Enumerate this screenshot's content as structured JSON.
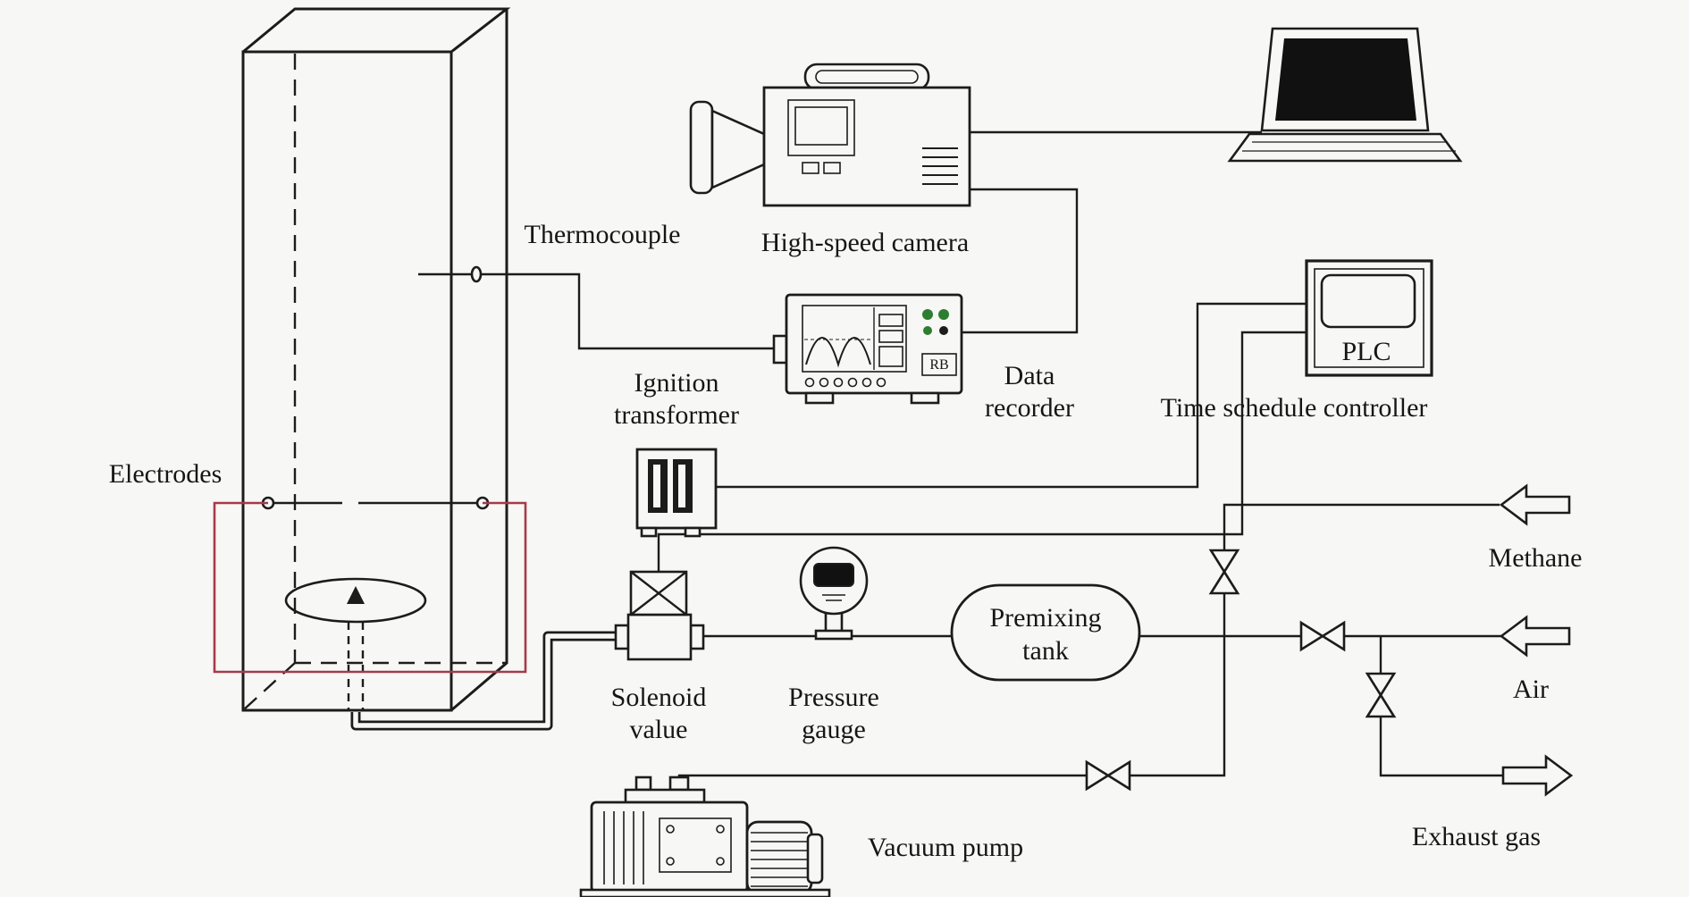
{
  "colors": {
    "ink": "#1c1c1c",
    "background": "#f7f7f5",
    "wire_red": "#a63a4a",
    "screen_dark": "#111111",
    "led_green": "#2e7d32"
  },
  "components": {
    "chamber": {
      "electrodes_label": "Electrodes",
      "thermocouple_label": "Thermocouple"
    },
    "camera": {
      "label": "High-speed camera"
    },
    "data_recorder": {
      "label_line1": "Data",
      "label_line2": "recorder",
      "badge": "RB"
    },
    "plc": {
      "screen_label": "PLC",
      "label": "Time schedule controller"
    },
    "ignition_transformer": {
      "label_line1": "Ignition",
      "label_line2": "transformer"
    },
    "solenoid_valve": {
      "label_line1": "Solenoid",
      "label_line2": "value"
    },
    "pressure_gauge": {
      "label_line1": "Pressure",
      "label_line2": "gauge"
    },
    "premixing_tank": {
      "label_line1": "Premixing",
      "label_line2": "tank"
    },
    "vacuum_pump": {
      "label": "Vacuum pump"
    },
    "flows": {
      "methane": "Methane",
      "air": "Air",
      "exhaust": "Exhaust gas"
    }
  }
}
